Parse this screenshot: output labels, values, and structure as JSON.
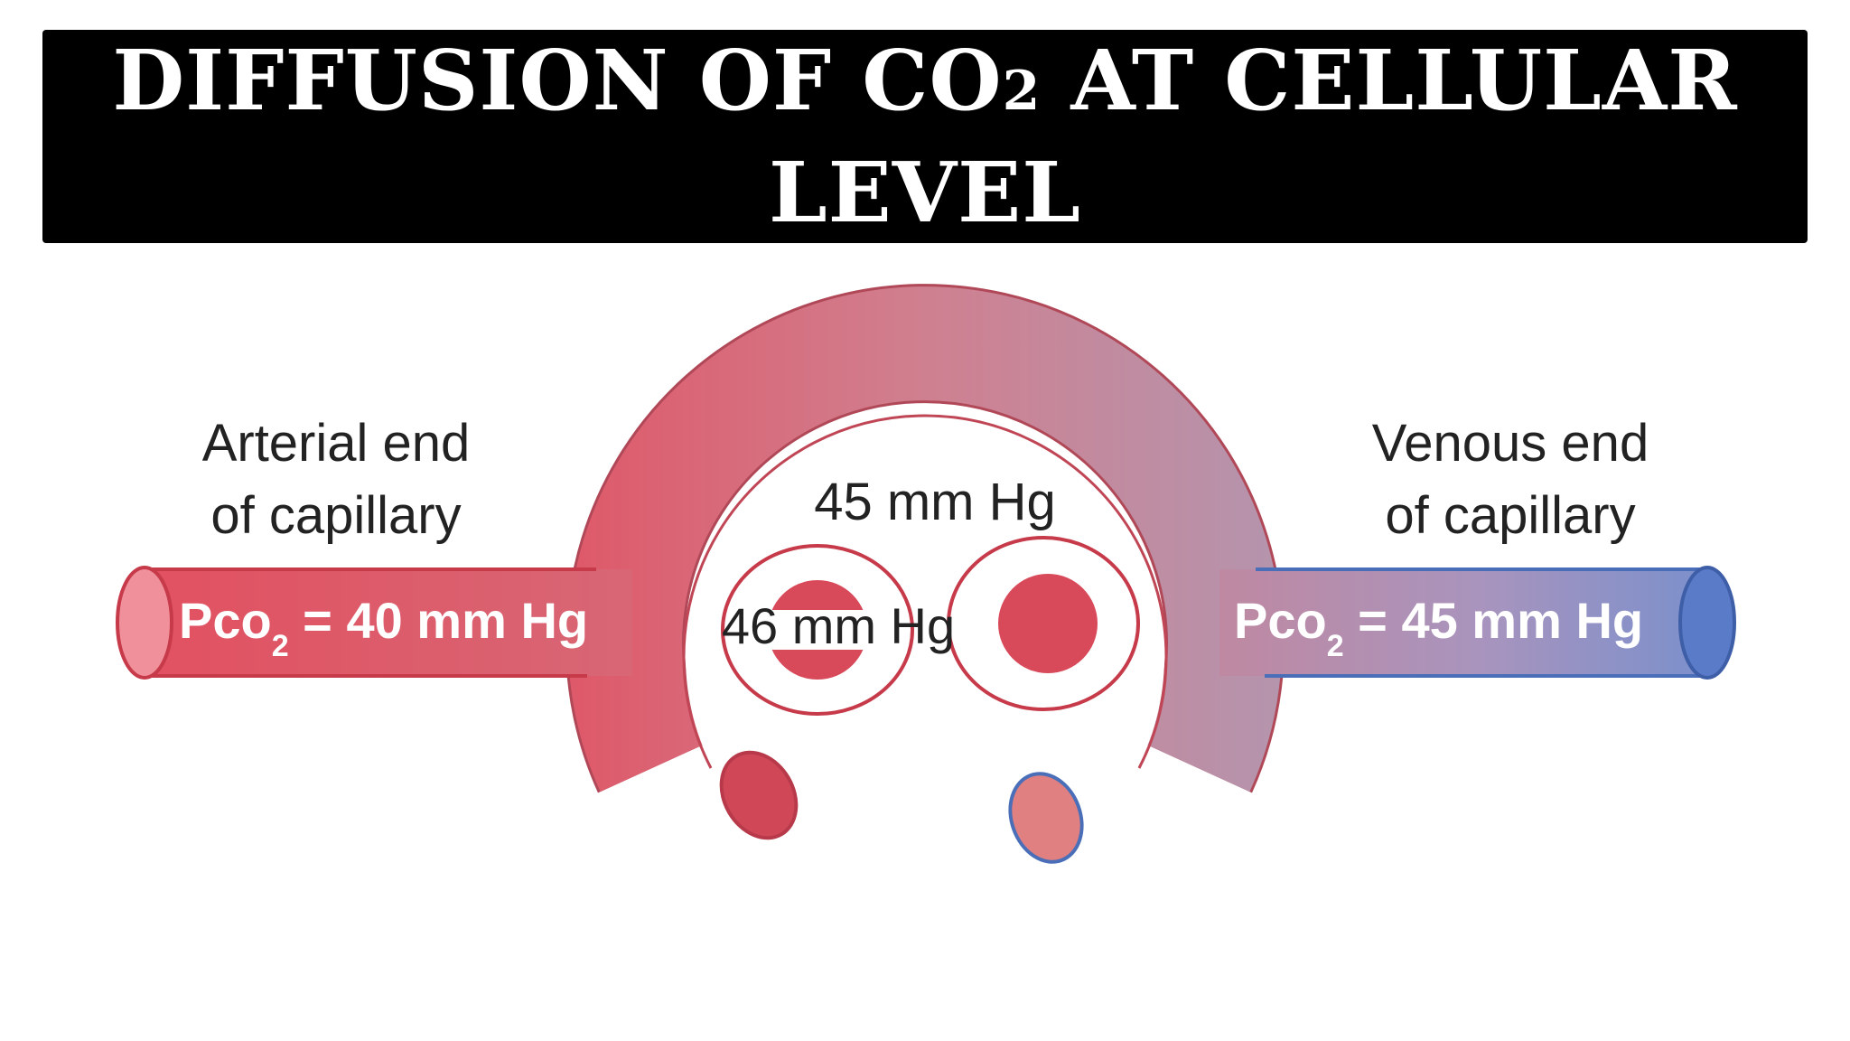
{
  "title": {
    "line1_pre": "DIFFUSION OF CO",
    "line1_sub": "2",
    "line1_post": " AT CELLULAR",
    "line2": "LEVEL"
  },
  "diagram": {
    "arterial_label": {
      "line1": "Arterial end",
      "line2": "of capillary"
    },
    "venous_label": {
      "line1": "Venous end",
      "line2": "of capillary"
    },
    "arterial_pco2": {
      "prefix": "Pco",
      "sub": "2",
      "value": " = 40 mm Hg"
    },
    "venous_pco2": {
      "prefix": "Pco",
      "sub": "2",
      "value": " = 45 mm Hg"
    },
    "interstitial_value": "45 mm Hg",
    "intracellular_value": "46 mm Hg"
  },
  "colors": {
    "arterial_red": "#e25060",
    "venous_blue": "#6f8fd0",
    "cell_red": "#d84a5a",
    "outline_red": "#c63a4a",
    "outline_blue": "#4a6fb8"
  }
}
